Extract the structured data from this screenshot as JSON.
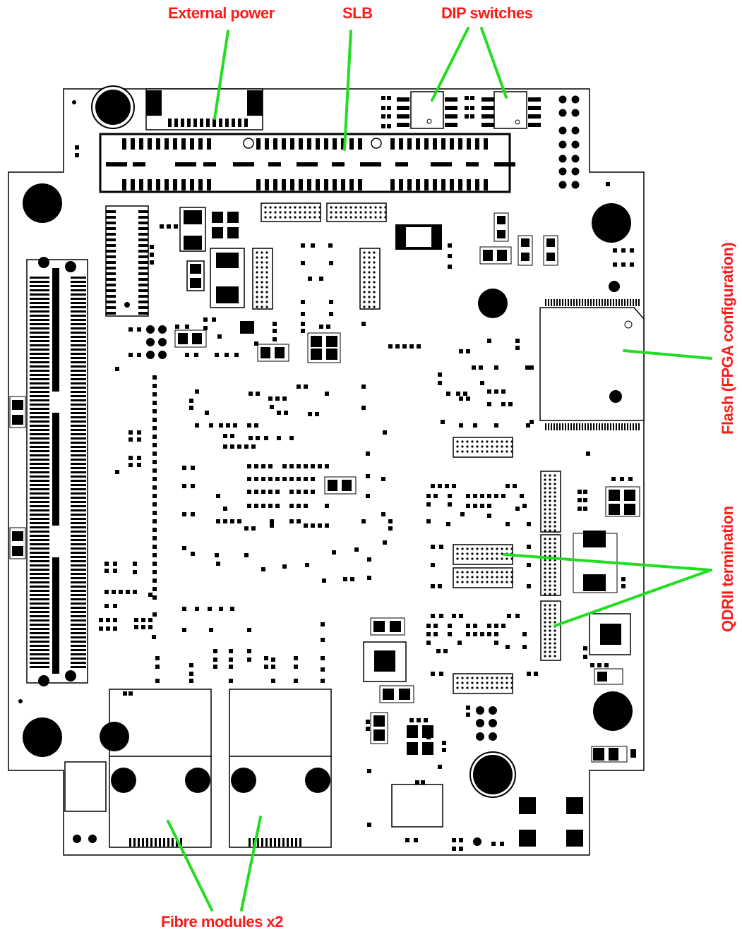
{
  "labels": {
    "external_power": "External power",
    "slb": "SLB",
    "dip_switches": "DIP switches",
    "flash": "Flash (FPGA configuration)",
    "qdrii": "QDRII termination",
    "fibre": "Fibre modules x2"
  },
  "colors": {
    "label": "#ff1a1a",
    "leader": "#22dd22",
    "component": "#000000",
    "board_outline": "#000000",
    "board_fill": "#ffffff"
  }
}
